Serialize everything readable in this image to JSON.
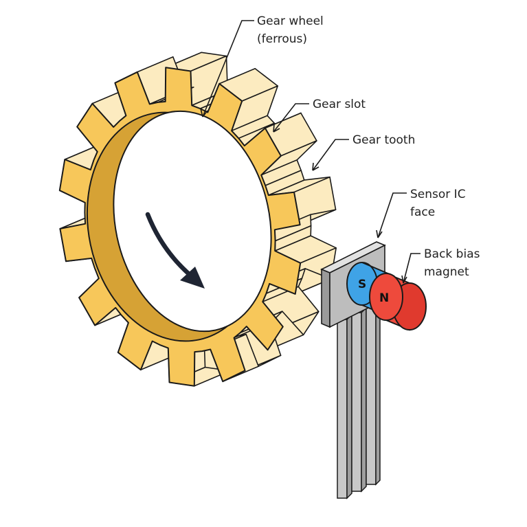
{
  "labels": {
    "gear_wheel": [
      "Gear wheel",
      "(ferrous)"
    ],
    "gear_slot": "Gear slot",
    "gear_tooth": "Gear tooth",
    "sensor_ic_face": [
      "Sensor IC",
      "face"
    ],
    "back_bias_magnet": [
      "Back bias",
      "magnet"
    ]
  },
  "magnet_poles": {
    "south": "S",
    "north": "N"
  },
  "colors": {
    "gear_face": "#F7C75A",
    "gear_side": "#FCEBC0",
    "gear_bore": "#D6A235",
    "magnet_south": "#3FA3E6",
    "magnet_north": "#EE4A3C",
    "sensor_body": "#BDBDBD",
    "rotation_arrow": "#1F2533"
  },
  "icons": {
    "rotation": "curved-arrow-icon"
  }
}
